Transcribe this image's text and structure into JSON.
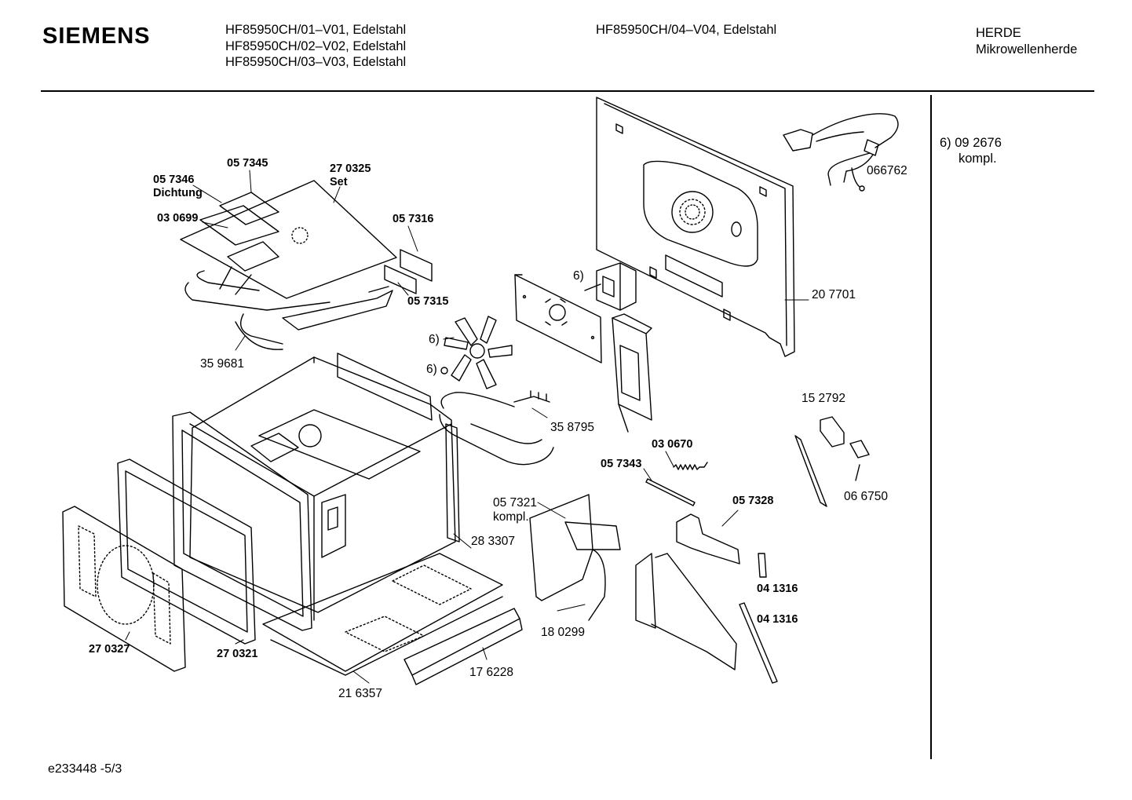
{
  "header": {
    "brand": "SIEMENS",
    "models_left": [
      "HF85950CH/01–V01, Edelstahl",
      "HF85950CH/02–V02, Edelstahl",
      "HF85950CH/03–V03, Edelstahl"
    ],
    "model_right": "HF85950CH/04–V04, Edelstahl",
    "category": "HERDE",
    "subcategory": "Mikrowellenherde"
  },
  "side_note": {
    "line1": "6)  09 2676",
    "line2": "kompl."
  },
  "footer": {
    "doc_id": "e233448 -5/3"
  },
  "parts": {
    "p057345": "05 7345",
    "p270325a": "27 0325",
    "p270325b": "Set",
    "p057346a": "05 7346",
    "p057346b": "Dichtung",
    "p030699": "03 0699",
    "p057316": "05 7316",
    "p057315": "05 7315",
    "p359681": "35 9681",
    "p6fan": "6)",
    "p6nut": "6)",
    "p6motor": "6)",
    "p358795": "35 8795",
    "p207701": "20 7701",
    "p066762": "066762",
    "p152792": "15 2792",
    "p066750": "06 6750",
    "p030670": "03 0670",
    "p057343": "05 7343",
    "p057321a": "05 7321",
    "p057321b": "kompl.",
    "p057328": "05 7328",
    "p283307": "28 3307",
    "p041316a": "04 1316",
    "p041316b": "04 1316",
    "p180299": "18 0299",
    "p176228": "17 6228",
    "p216357": "21 6357",
    "p270327": "27 0327",
    "p270321": "27 0321"
  }
}
